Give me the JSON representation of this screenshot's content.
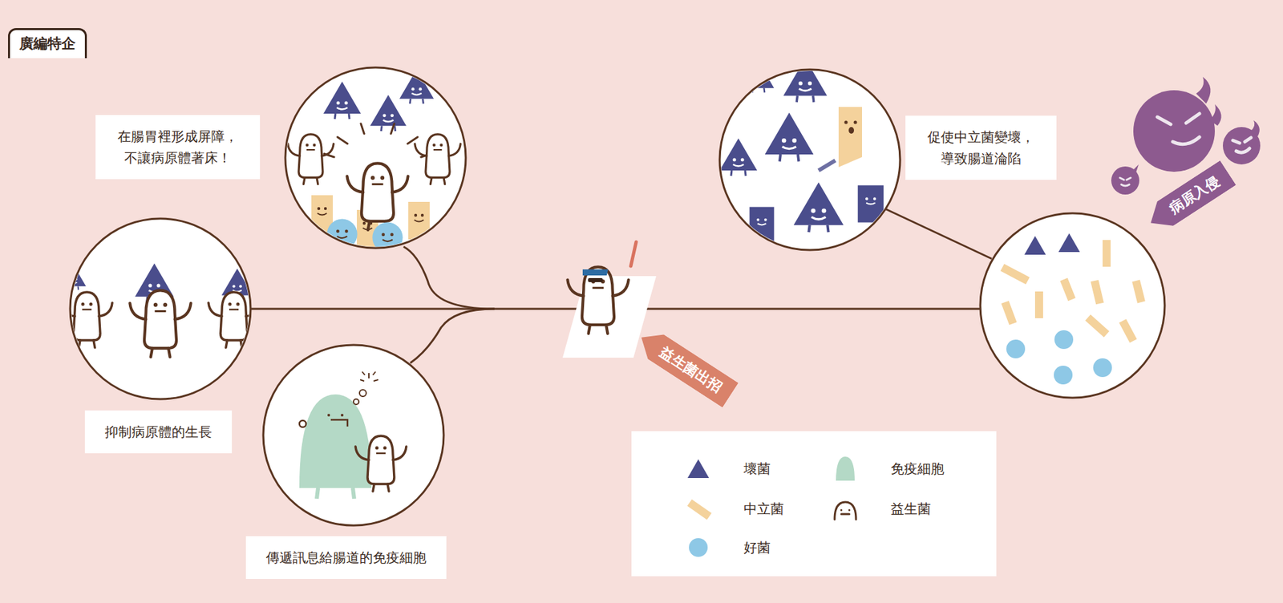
{
  "diagram": {
    "title": "廣編特企",
    "nodes": [
      {
        "text": [
          "在腸胃裡形成屏障， 不讓病原體著床！"
        ]
      },
      {
        "text": [
          "促使中立菌變壞， 導致腸道淪陷"
        ]
      },
      {
        "text": [
          "病原入侵"
        ]
      },
      {
        "text": [
          "益生菌出招"
        ]
      },
      {
        "text": [
          "抑制病原體的生長"
        ]
      },
      {
        "text": [
          "傳遞訊息給腸道的免疫細胞"
        ]
      }
    ],
    "legend": [
      {
        "text": "壞菌",
        "color": "#4a4d8c"
      },
      {
        "text": "中立菌",
        "color": "#f4d29c"
      },
      {
        "text": "好菌",
        "color": "#8ec8e6"
      },
      {
        "text": "免疫細胞",
        "color": "#b4d9c6"
      },
      {
        "text": "益生菌"
      }
    ]
  }
}
